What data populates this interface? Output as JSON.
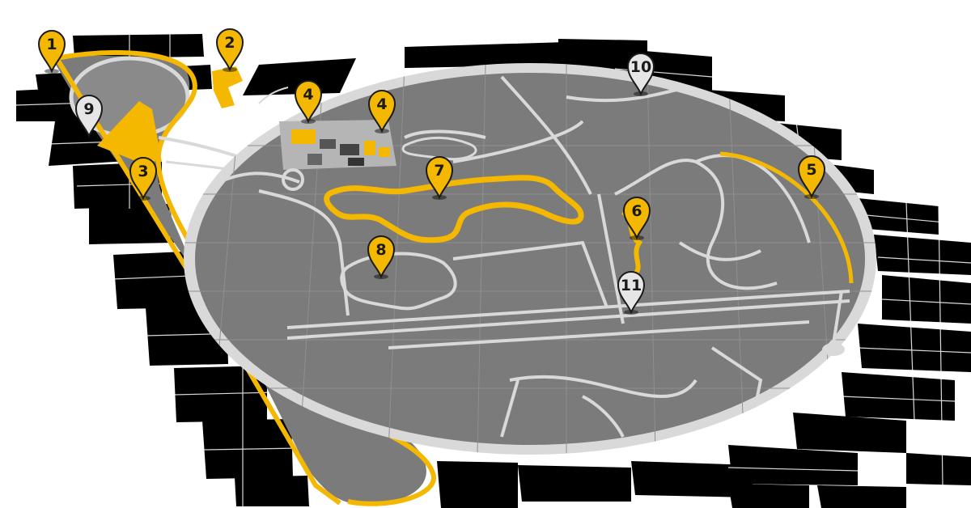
{
  "map": {
    "colors": {
      "background": "#ffffff",
      "grid_tile": "#000000",
      "ground": "#7b7b7b",
      "road": "#d9d9d9",
      "track_highlight": "#f5b800",
      "pin_highlight": "#f5b800",
      "pin_neutral": "#e6e6e6"
    },
    "markers": [
      {
        "label": "1",
        "style": "highlight"
      },
      {
        "label": "2",
        "style": "highlight"
      },
      {
        "label": "3",
        "style": "highlight"
      },
      {
        "label": "4",
        "style": "highlight"
      },
      {
        "label": "4",
        "style": "highlight"
      },
      {
        "label": "5",
        "style": "highlight"
      },
      {
        "label": "6",
        "style": "highlight"
      },
      {
        "label": "7",
        "style": "highlight"
      },
      {
        "label": "8",
        "style": "highlight"
      },
      {
        "label": "9",
        "style": "neutral"
      },
      {
        "label": "10",
        "style": "neutral"
      },
      {
        "label": "11",
        "style": "neutral"
      }
    ]
  }
}
